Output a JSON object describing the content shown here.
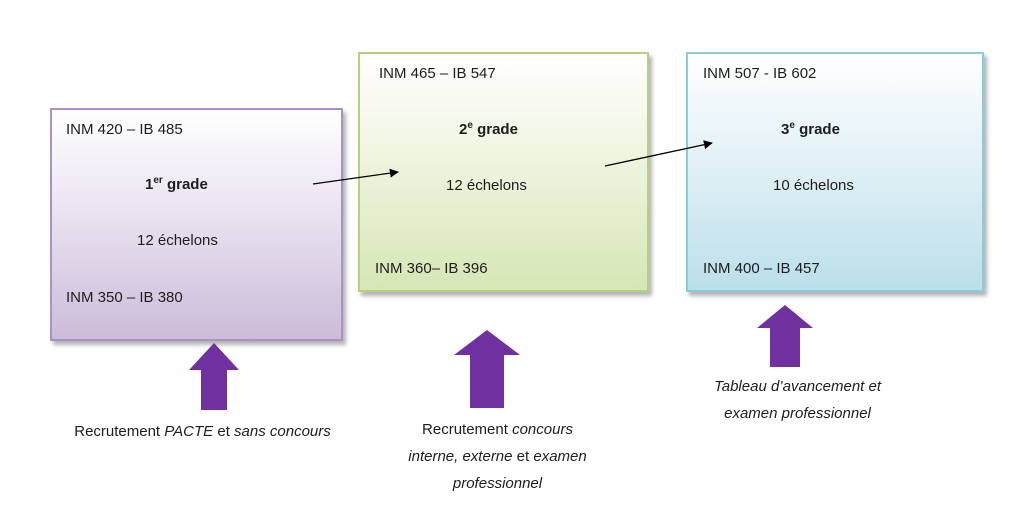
{
  "boxes": [
    {
      "top": "INM 420 – IB 485",
      "grade_num": "1",
      "grade_sup": "er",
      "grade_word": " grade",
      "echelons": "12 échelons",
      "bottom": "INM 350 – IB 380",
      "fill": "#cbbcd9",
      "border": "#a793c4"
    },
    {
      "top": "INM 465 – IB 547",
      "grade_num": "2",
      "grade_sup": "e",
      "grade_word": " grade",
      "echelons": "12 échelons",
      "bottom": "INM 360– IB 396",
      "fill": "#d6e6b5",
      "border": "#b7d07f"
    },
    {
      "top": "INM 507 - IB 602",
      "grade_num": "3",
      "grade_sup": "e",
      "grade_word": " grade",
      "echelons": "10 échelons",
      "bottom": "INM 400 – IB 457",
      "fill": "#bbdfea",
      "border": "#8ccbd8"
    }
  ],
  "captions": [
    {
      "p1": "Recrutement ",
      "p2": "PACTE",
      "p3": " et ",
      "p4": "sans concours"
    },
    {
      "p1": "Recrutement ",
      "p2": "concours",
      "p3": "interne, externe",
      "p4": " et ",
      "p5": "examen",
      "p6": "professionnel"
    },
    {
      "p1": "Tableau d’avancement et",
      "p2": "examen professionnel"
    }
  ],
  "arrow_color": "#7030a0"
}
